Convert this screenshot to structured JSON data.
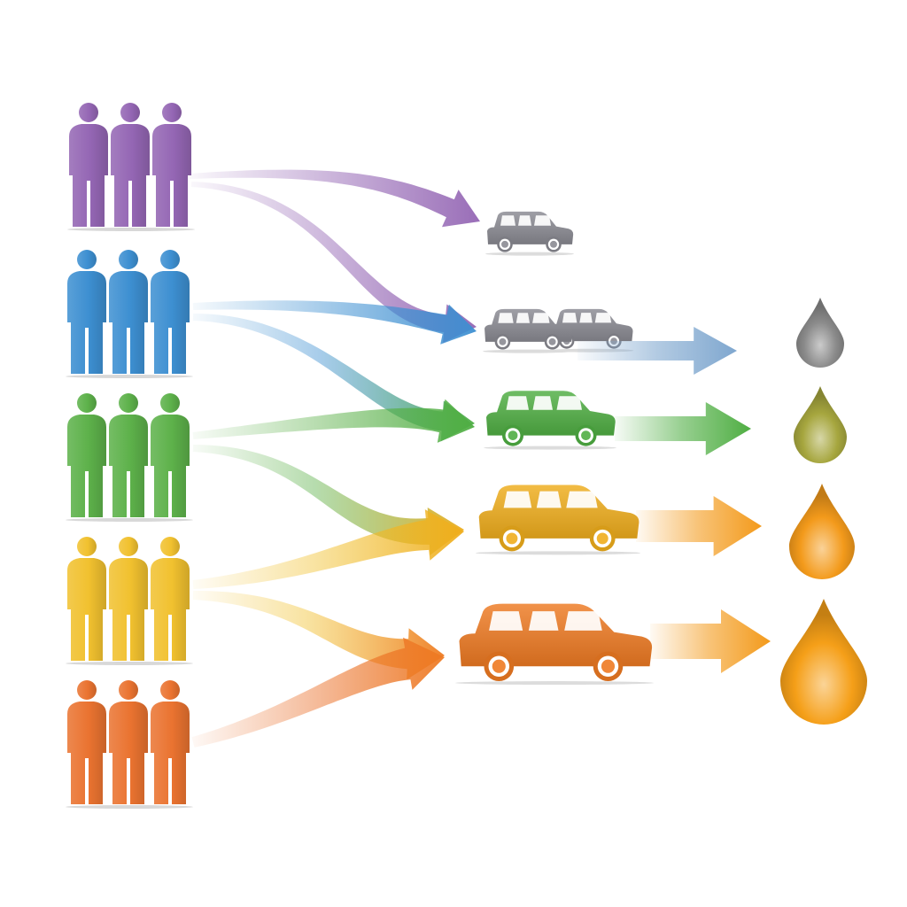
{
  "diagram": {
    "groups": [
      {
        "id": "purple",
        "color": "#9466b4",
        "people": 3
      },
      {
        "id": "blue",
        "color": "#3d8fd1",
        "people": 3
      },
      {
        "id": "green",
        "color": "#5db14a",
        "people": 3
      },
      {
        "id": "yellow",
        "color": "#f1c12f",
        "people": 3
      },
      {
        "id": "orange",
        "color": "#ea7330",
        "people": 3
      }
    ],
    "vehicles": [
      {
        "id": "car-1",
        "color": "#8a8a92",
        "count": 1
      },
      {
        "id": "car-2",
        "color": "#8a8a92",
        "count": 2
      },
      {
        "id": "car-3",
        "color": "#4fae43",
        "count": 1
      },
      {
        "id": "car-4",
        "color": "#efad1c",
        "count": 1
      },
      {
        "id": "car-5",
        "color": "#ee7a22",
        "count": 1
      }
    ],
    "drops": [
      {
        "id": "drop-1",
        "color": "#8b8b8b"
      },
      {
        "id": "drop-2",
        "color": "#a6a63e"
      },
      {
        "id": "drop-3",
        "color": "#f39a1b"
      },
      {
        "id": "drop-4",
        "color": "#f59f18"
      }
    ],
    "flows": [
      {
        "from": "purple",
        "to": "car-1"
      },
      {
        "from": "purple",
        "to": "car-2"
      },
      {
        "from": "blue",
        "to": "car-2"
      },
      {
        "from": "blue",
        "to": "car-3"
      },
      {
        "from": "green",
        "to": "car-3"
      },
      {
        "from": "green",
        "to": "car-4"
      },
      {
        "from": "yellow",
        "to": "car-4"
      },
      {
        "from": "yellow",
        "to": "car-5"
      },
      {
        "from": "orange",
        "to": "car-5"
      }
    ],
    "icons": {
      "person": "person-icon",
      "car": "car-icon",
      "drop": "fuel-drop-icon",
      "arrow": "arrow-icon"
    }
  }
}
